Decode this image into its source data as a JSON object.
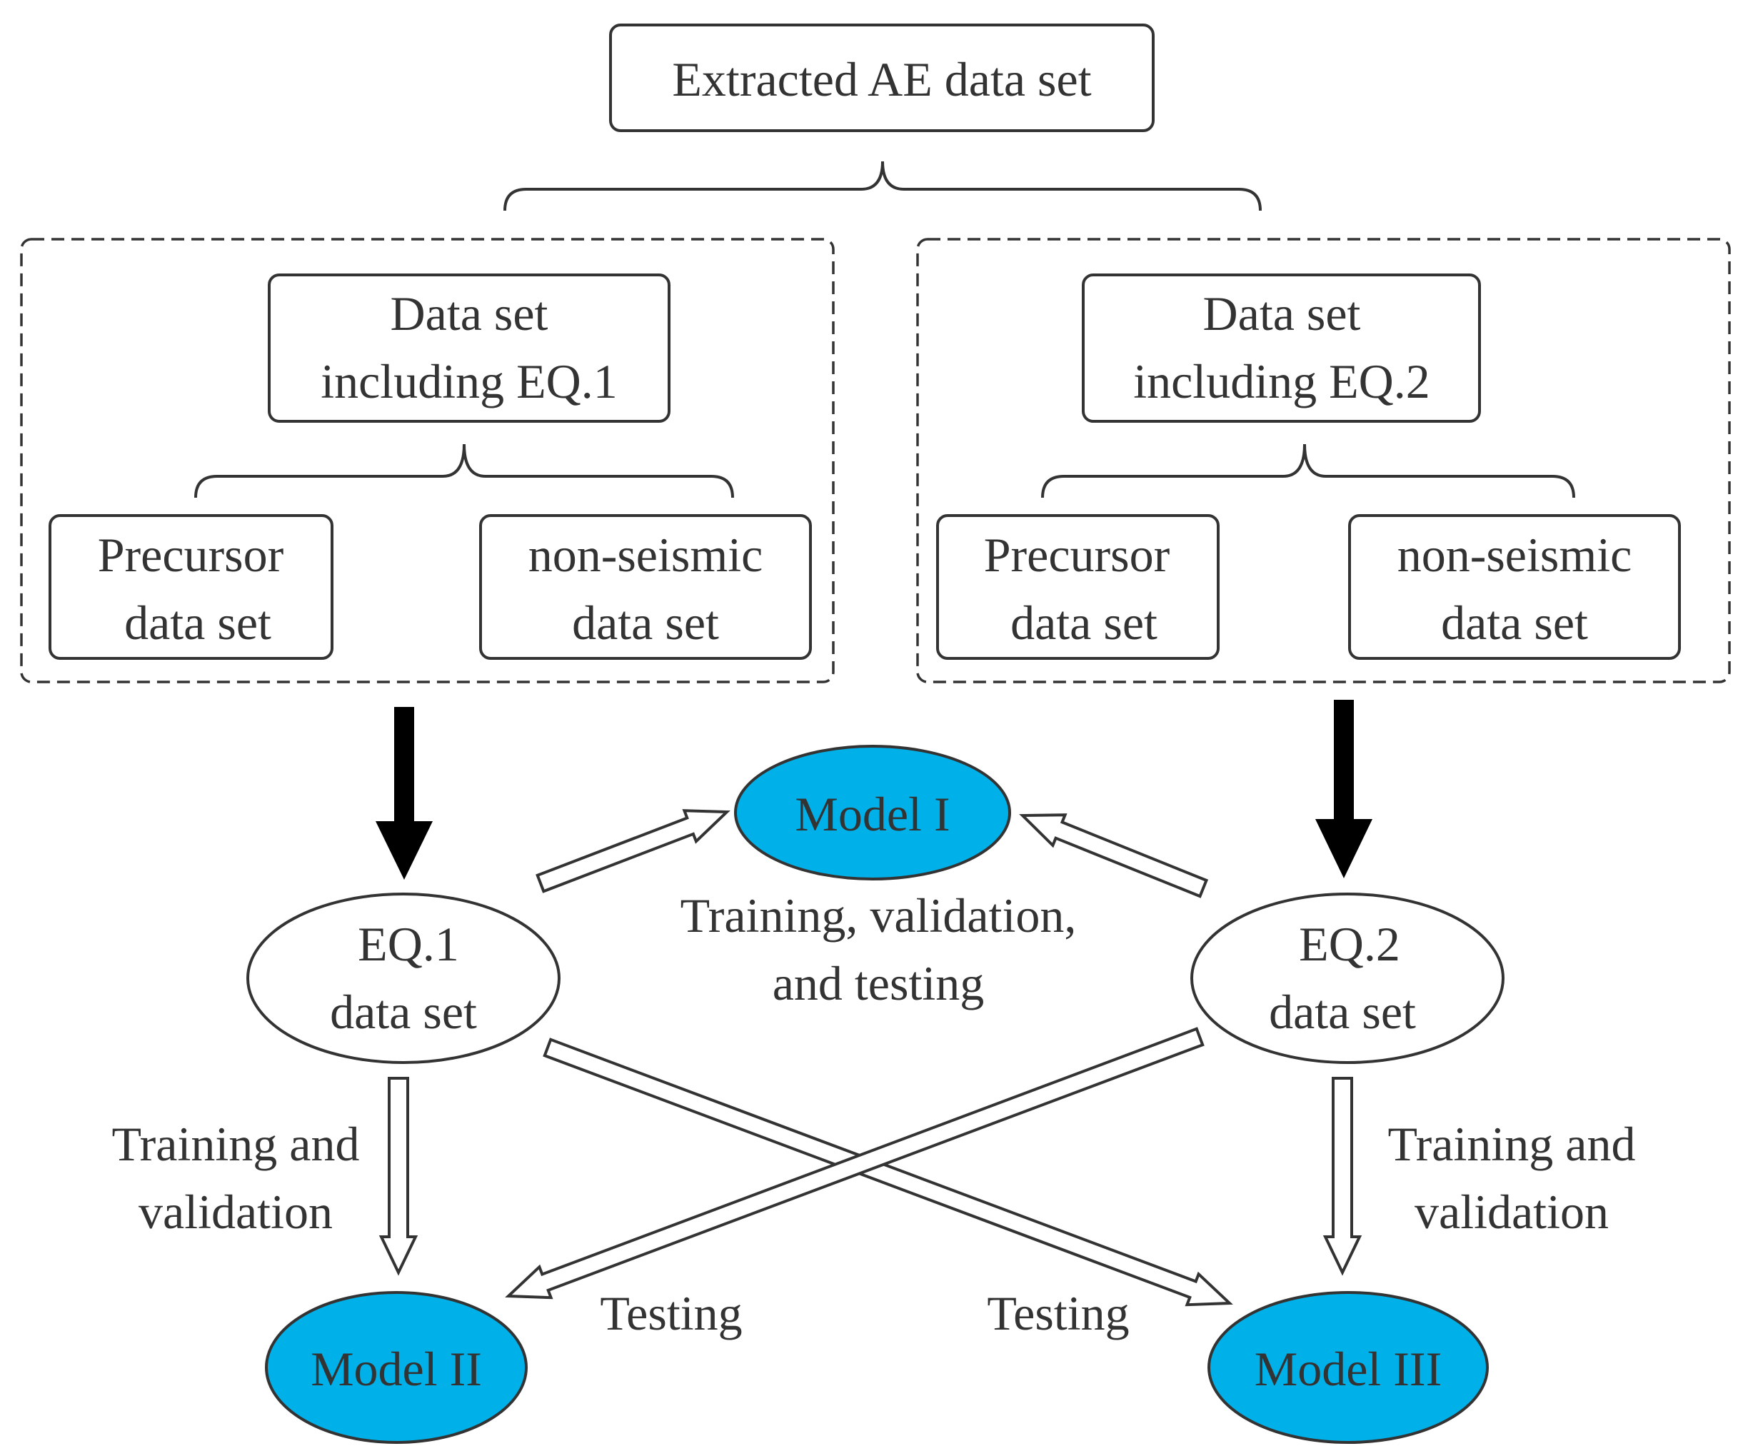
{
  "top_node": {
    "text": "Extracted AE data set"
  },
  "groups": {
    "left": {
      "header_line1": "Data set",
      "header_line2": "including EQ.1",
      "precursor_line1": "Precursor",
      "precursor_line2": "data set",
      "nonseismic_line1": "non-seismic",
      "nonseismic_line2": "data set"
    },
    "right": {
      "header_line1": "Data set",
      "header_line2": "including EQ.2",
      "precursor_line1": "Precursor",
      "precursor_line2": "data set",
      "nonseismic_line1": "non-seismic",
      "nonseismic_line2": "data set"
    }
  },
  "datasets": {
    "eq1_line1": "EQ.1",
    "eq1_line2": "data set",
    "eq2_line1": "EQ.2",
    "eq2_line2": "data set"
  },
  "models": {
    "model1": "Model I",
    "model2": "Model II",
    "model3": "Model III"
  },
  "edge_labels": {
    "model1_line1": "Training, validation,",
    "model1_line2": "and testing",
    "left_train_line1": "Training and",
    "left_train_line2": "validation",
    "right_train_line1": "Training and",
    "right_train_line2": "validation",
    "testing_left": "Testing",
    "testing_right": "Testing"
  },
  "colors": {
    "model_fill": "#00B0E8",
    "stroke": "#333333",
    "solid_arrow": "#000000"
  }
}
